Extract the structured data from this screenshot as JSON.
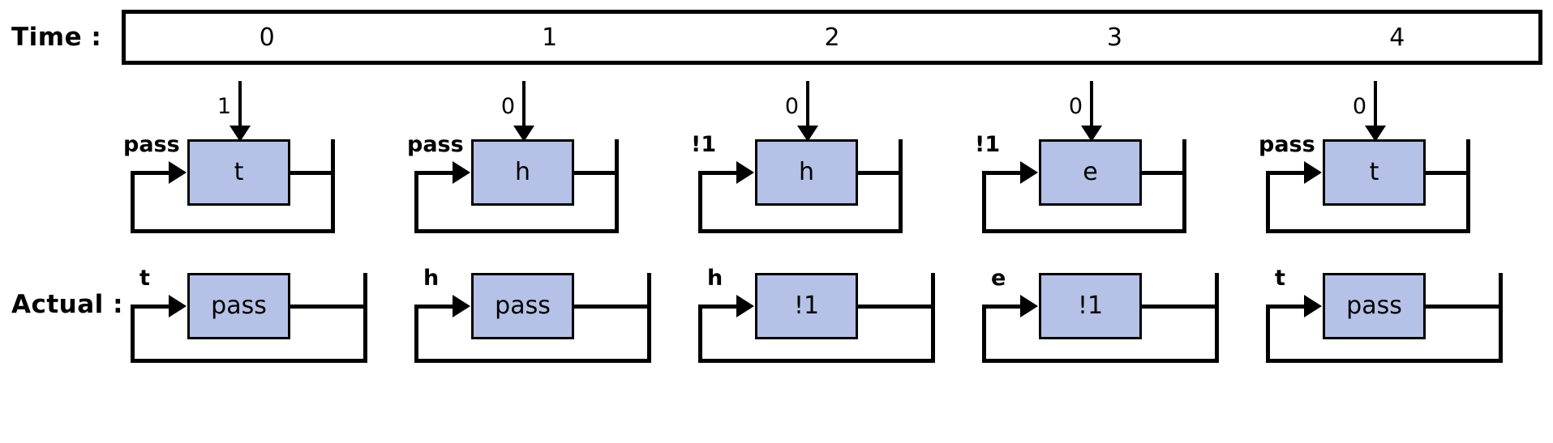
{
  "labels": {
    "time": "Time :",
    "actual": "Actual :"
  },
  "time": {
    "ticks": [
      "0",
      "1",
      "2",
      "3",
      "4"
    ]
  },
  "colors": {
    "box_fill": "#b5c1e6",
    "stroke": "#000000",
    "background": "#ffffff"
  },
  "cells": [
    {
      "time": "0",
      "input": "1",
      "top": {
        "state_in": "pass",
        "label": "t"
      },
      "bottom": {
        "state_in": "t",
        "label": "pass"
      }
    },
    {
      "time": "1",
      "input": "0",
      "top": {
        "state_in": "pass",
        "label": "h"
      },
      "bottom": {
        "state_in": "h",
        "label": "pass"
      }
    },
    {
      "time": "2",
      "input": "0",
      "top": {
        "state_in": "!1",
        "label": "h"
      },
      "bottom": {
        "state_in": "h",
        "label": "!1"
      }
    },
    {
      "time": "3",
      "input": "0",
      "top": {
        "state_in": "!1",
        "label": "e"
      },
      "bottom": {
        "state_in": "e",
        "label": "!1"
      }
    },
    {
      "time": "4",
      "input": "0",
      "top": {
        "state_in": "pass",
        "label": "t"
      },
      "bottom": {
        "state_in": "t",
        "label": "pass"
      }
    }
  ]
}
